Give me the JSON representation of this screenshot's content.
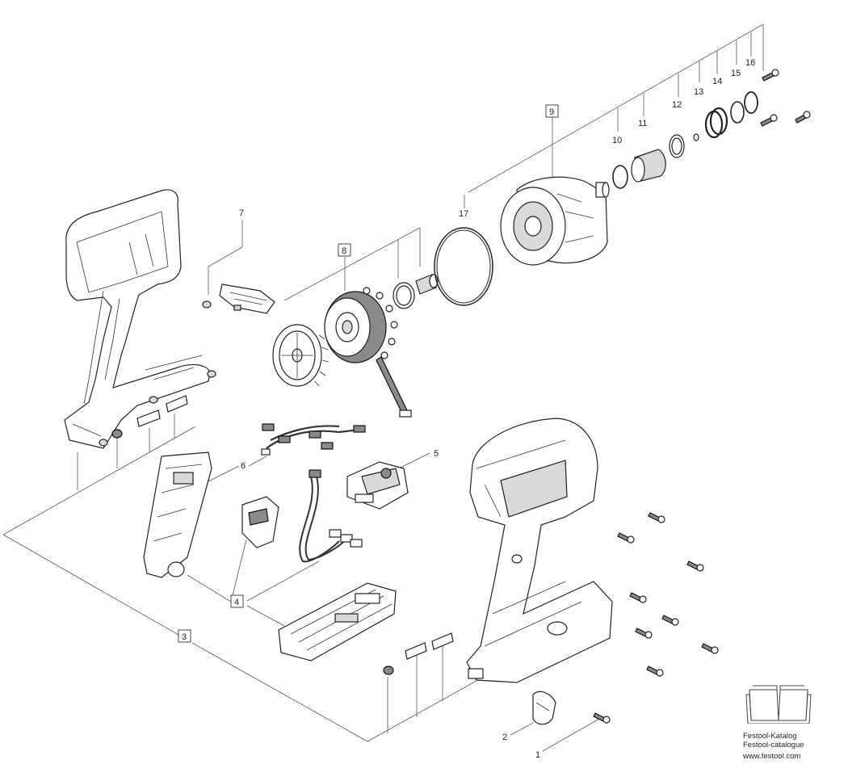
{
  "callouts": {
    "c1": "1",
    "c2": "2",
    "c3": "3",
    "c4": "4",
    "c5": "5",
    "c6": "6",
    "c7": "7",
    "c8": "8",
    "c9": "9",
    "c10": "10",
    "c11": "11",
    "c12": "12",
    "c13": "13",
    "c14": "14",
    "c15": "15",
    "c16": "16",
    "c17": "17"
  },
  "catalog": {
    "line1": "Festool-Katalog",
    "line2": "Festool-catalogue",
    "line3": "www.festool.com",
    "icon": "open-book-icon"
  },
  "colors": {
    "line": "#222222",
    "grey_fill": "#d9d9d9",
    "dark_fill": "#8a8a8a"
  }
}
